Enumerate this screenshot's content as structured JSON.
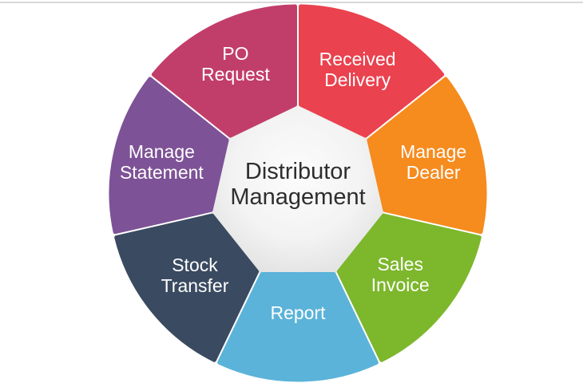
{
  "page": {
    "background": "#ffffff",
    "top_line_color": "#d9d9d9"
  },
  "wheel": {
    "title": "Distributor Management",
    "center_label": {
      "lines": [
        "Distributor",
        "Management"
      ],
      "text_color": "#2e2e2e"
    },
    "hub": {
      "gradient_center": "#fcfcfc",
      "gradient_mid": "#f3f3f3",
      "gradient_edge": "#e0e0e0"
    },
    "label_text_color": "#ffffff",
    "segments": [
      {
        "label": "PO Request",
        "lines": [
          "PO",
          "Request"
        ],
        "color": "#c23e6a"
      },
      {
        "label": "Received Delivery",
        "lines": [
          "Received",
          "Delivery"
        ],
        "color": "#ea424e"
      },
      {
        "label": "Manage Dealer",
        "lines": [
          "Manage",
          "Dealer"
        ],
        "color": "#f68b1e"
      },
      {
        "label": "Sales Invoice",
        "lines": [
          "Sales",
          "Invoice"
        ],
        "color": "#7db72c"
      },
      {
        "label": "Report",
        "lines": [
          "Report"
        ],
        "color": "#5bb3d9"
      },
      {
        "label": "Stock Transfer",
        "lines": [
          "Stock",
          "Transfer"
        ],
        "color": "#3a4a60"
      },
      {
        "label": "Manage Statement",
        "lines": [
          "Manage",
          "Statement"
        ],
        "color": "#7d5296"
      }
    ]
  }
}
